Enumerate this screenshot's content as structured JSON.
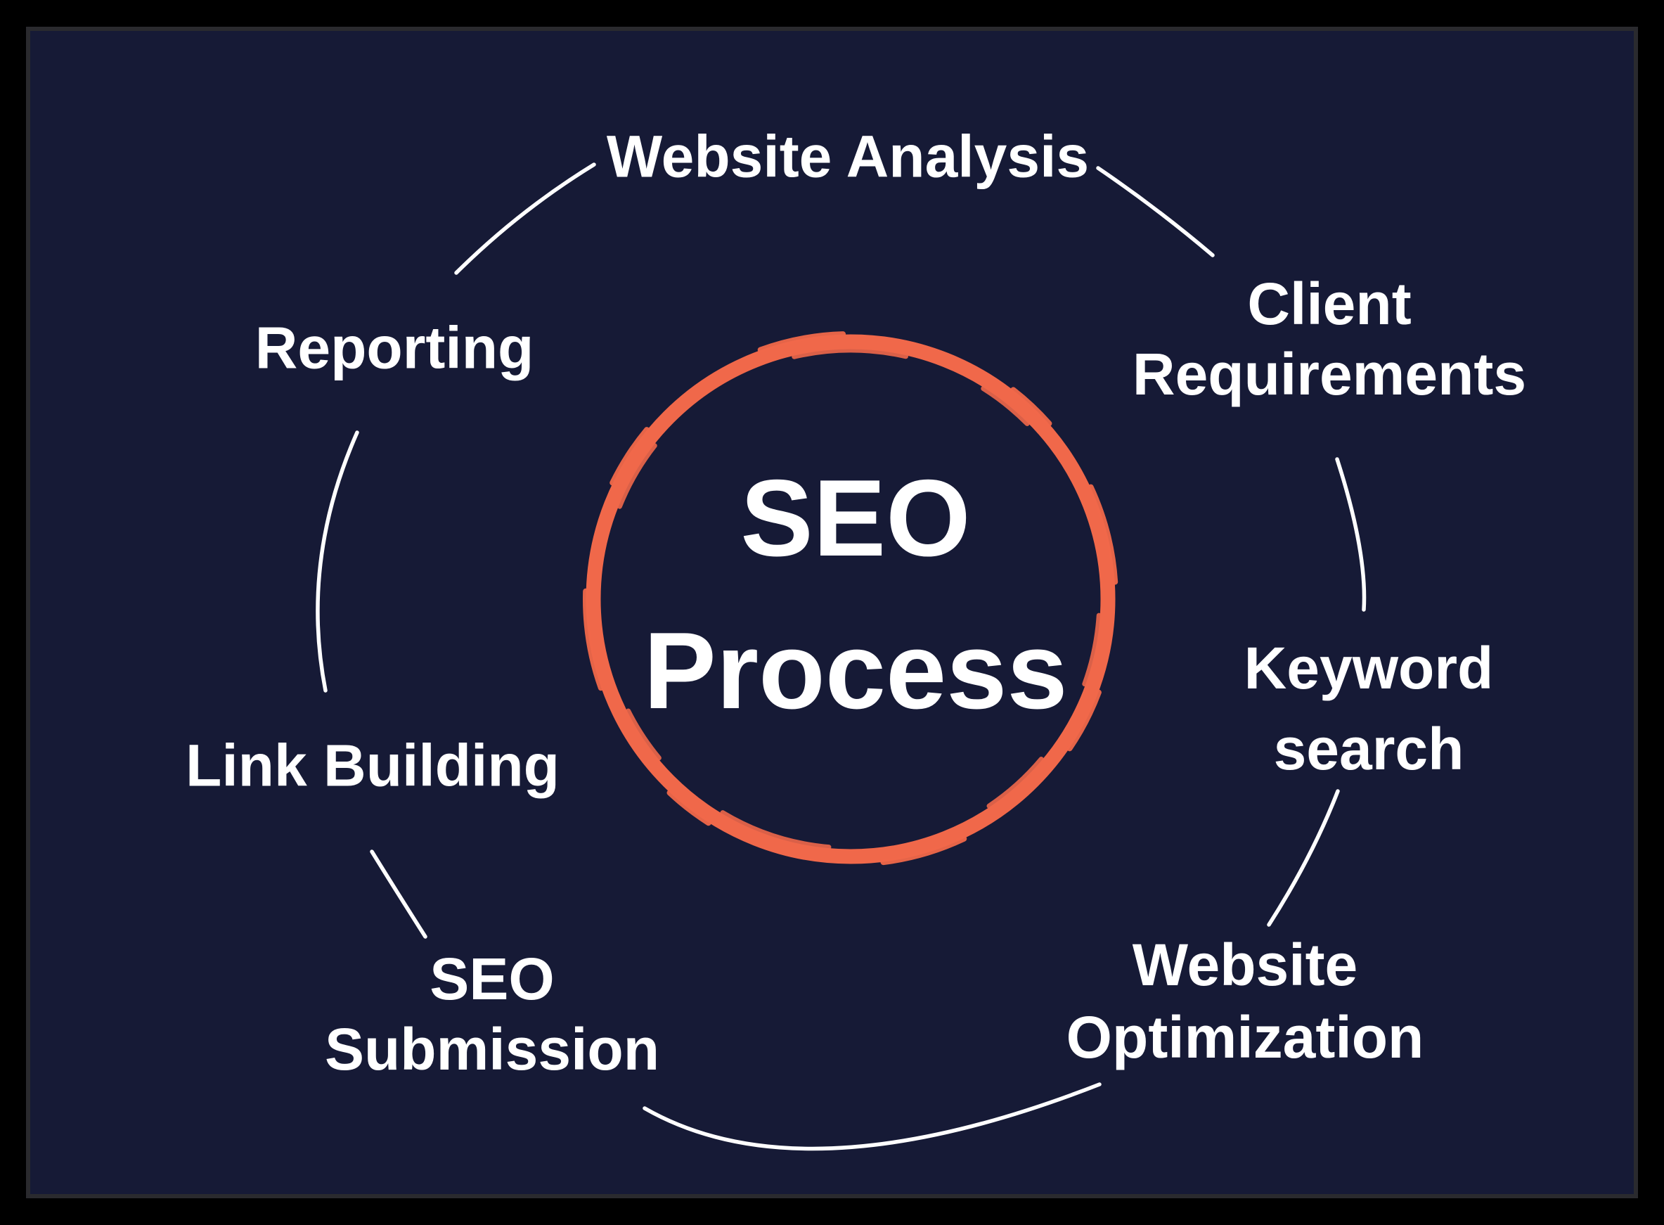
{
  "diagram": {
    "center": {
      "line1": "SEO",
      "line2": "Process"
    },
    "labels": {
      "website_analysis": "Website Analysis",
      "client_requirements_1": "Client",
      "client_requirements_2": "Requirements",
      "keyword_search_1": "Keyword",
      "keyword_search_2": "search",
      "website_optimization_1": "Website",
      "website_optimization_2": "Optimization",
      "seo_submission_1": "SEO",
      "seo_submission_2": "Submission",
      "link_building": "Link Building",
      "reporting": "Reporting"
    },
    "colors": {
      "frame": "#000000",
      "panel_border": "#2a2a2e",
      "background": "#161a36",
      "accent": "#f0684a",
      "arc": "#ffffff",
      "text": "#ffffff"
    }
  }
}
